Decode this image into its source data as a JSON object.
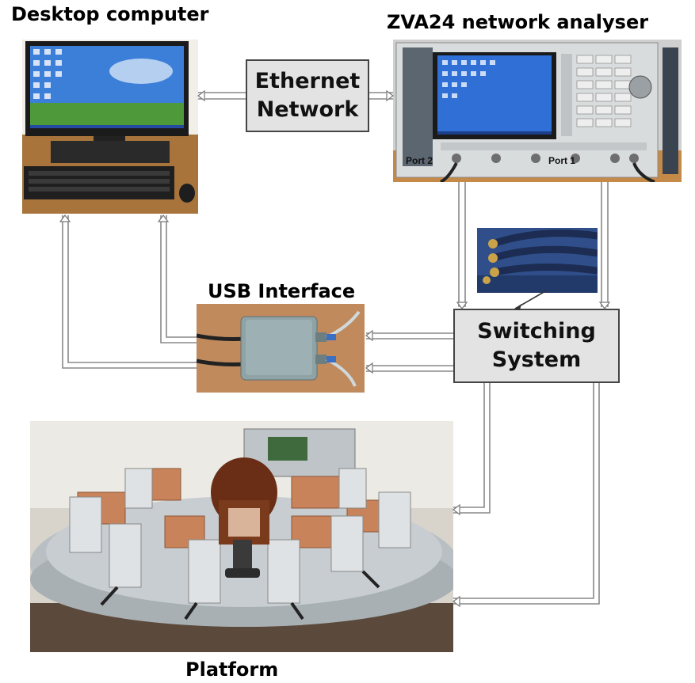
{
  "labels": {
    "desktop": "Desktop computer",
    "analyser": "ZVA24 network analyser",
    "usb": "USB Interface",
    "platform": "Platform"
  },
  "boxes": {
    "ethernet": [
      "Ethernet",
      "Network"
    ],
    "switching": [
      "Switching",
      "System"
    ]
  },
  "analyser_ports": {
    "port2": "Port 2",
    "port1": "Port 1"
  },
  "colors": {
    "box_fill": "#e3e3e3",
    "connector": "#888888",
    "screen_blue": "#2f6fd6"
  }
}
